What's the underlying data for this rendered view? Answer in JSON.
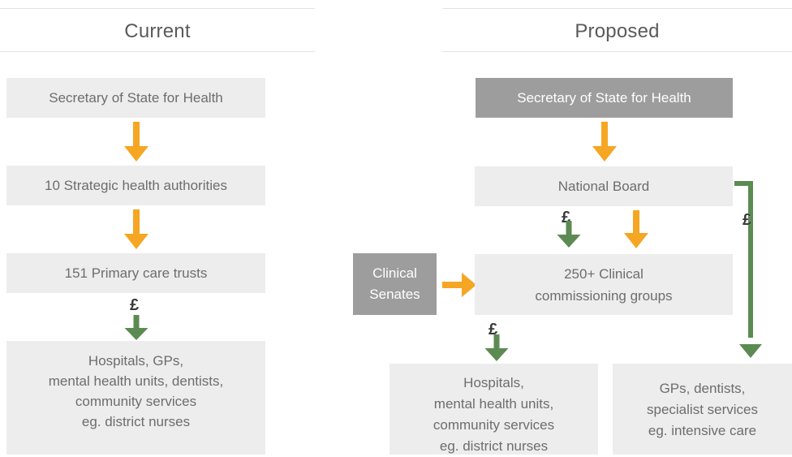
{
  "columns": [
    {
      "id": "current",
      "title": "Current"
    },
    {
      "id": "proposed",
      "title": "Proposed"
    }
  ],
  "colors": {
    "box_fill": "#ededed",
    "box_fill_dark": "#9d9d9d",
    "box_text": "#6d6d6d",
    "box_text_dark": "#ffffff",
    "arrow_orange": "#f5a623",
    "arrow_green": "#5c8a53",
    "rule": "#e3e3e3",
    "pound_symbol": "#3a3a3a"
  },
  "current": {
    "title": "Current",
    "nodes": [
      {
        "id": "sos",
        "label": "Secretary of State for Health",
        "lines": [
          "Secretary of State for Health"
        ],
        "style": "light"
      },
      {
        "id": "sha",
        "label": "10 Strategic health authorities",
        "lines": [
          "10 Strategic health authorities"
        ],
        "style": "light"
      },
      {
        "id": "pct",
        "label": "151 Primary care trusts",
        "lines": [
          "151 Primary care trusts"
        ],
        "style": "light"
      },
      {
        "id": "providers",
        "label": "Hospitals, GPs, mental health units, dentists, community services eg. district nurses",
        "lines": [
          "Hospitals, GPs,",
          "mental health units, dentists,",
          "community services",
          "eg. district nurses"
        ],
        "style": "light"
      }
    ],
    "edges": [
      {
        "from": "sos",
        "to": "sha",
        "kind": "orange",
        "money": false
      },
      {
        "from": "sha",
        "to": "pct",
        "kind": "orange",
        "money": false
      },
      {
        "from": "pct",
        "to": "providers",
        "kind": "green",
        "money": true,
        "money_symbol": "£"
      }
    ]
  },
  "proposed": {
    "title": "Proposed",
    "nodes": [
      {
        "id": "sos",
        "label": "Secretary of State for Health",
        "lines": [
          "Secretary of State for Health"
        ],
        "style": "dark"
      },
      {
        "id": "national",
        "label": "National Board",
        "lines": [
          "National Board"
        ],
        "style": "light"
      },
      {
        "id": "senates",
        "label": "Clinical Senates",
        "lines": [
          "Clinical",
          "Senates"
        ],
        "style": "dark"
      },
      {
        "id": "ccg",
        "label": "250+ Clinical commissioning groups",
        "lines": [
          "250+ Clinical",
          "commissioning groups"
        ],
        "style": "light"
      },
      {
        "id": "hospitals",
        "label": "Hospitals, mental health units, community services eg. district nurses",
        "lines": [
          "Hospitals,",
          "mental health units,",
          "community services",
          "eg. district nurses"
        ],
        "style": "light"
      },
      {
        "id": "gps",
        "label": "GPs, dentists, specialist services eg. intensive care",
        "lines": [
          "GPs, dentists,",
          "specialist services",
          "eg. intensive care"
        ],
        "style": "light"
      }
    ],
    "edges": [
      {
        "from": "sos",
        "to": "national",
        "kind": "orange",
        "money": false
      },
      {
        "from": "national",
        "to": "ccg",
        "kind": "green",
        "money": true,
        "money_symbol": "£"
      },
      {
        "from": "national",
        "to": "ccg",
        "kind": "orange",
        "money": false
      },
      {
        "from": "senates",
        "to": "ccg",
        "kind": "orange",
        "money": false,
        "direction": "right"
      },
      {
        "from": "ccg",
        "to": "hospitals",
        "kind": "green",
        "money": true,
        "money_symbol": "£"
      },
      {
        "from": "national",
        "to": "gps",
        "kind": "green",
        "money": true,
        "money_symbol": "£",
        "route": "elbow-right"
      }
    ]
  }
}
